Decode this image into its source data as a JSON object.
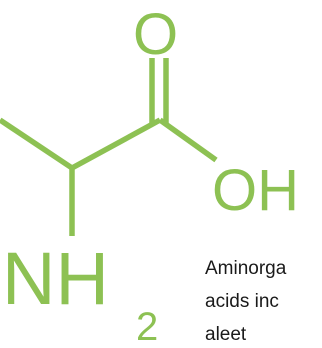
{
  "structure": {
    "atoms": {
      "carbonyl_oxygen": "O",
      "hydroxyl": "OH",
      "amine": "NH",
      "amine_subscript": "2"
    },
    "color": "#8dc153"
  },
  "caption": {
    "lines": [
      "Aminorga",
      "acids inc",
      "aleet"
    ]
  }
}
